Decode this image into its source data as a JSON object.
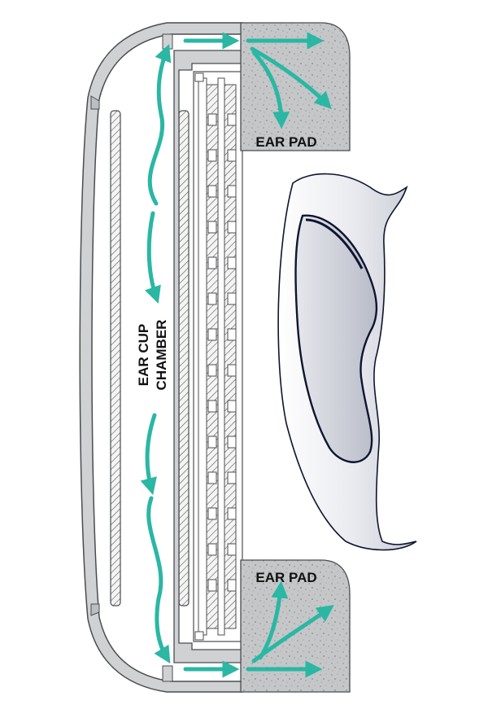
{
  "labels": {
    "ear_pad_top": "EAR PAD",
    "ear_pad_bottom": "EAR PAD",
    "chamber_line1": "EAR CUP",
    "chamber_line2": "CHAMBER"
  },
  "colors": {
    "airflow": "#2ab7a4",
    "housing_fill": "#cfd1d3",
    "housing_stroke": "#4a4d50",
    "pad_fill": "#c4c6c8",
    "ear_edge": "#0f1430",
    "text": "#111111"
  }
}
